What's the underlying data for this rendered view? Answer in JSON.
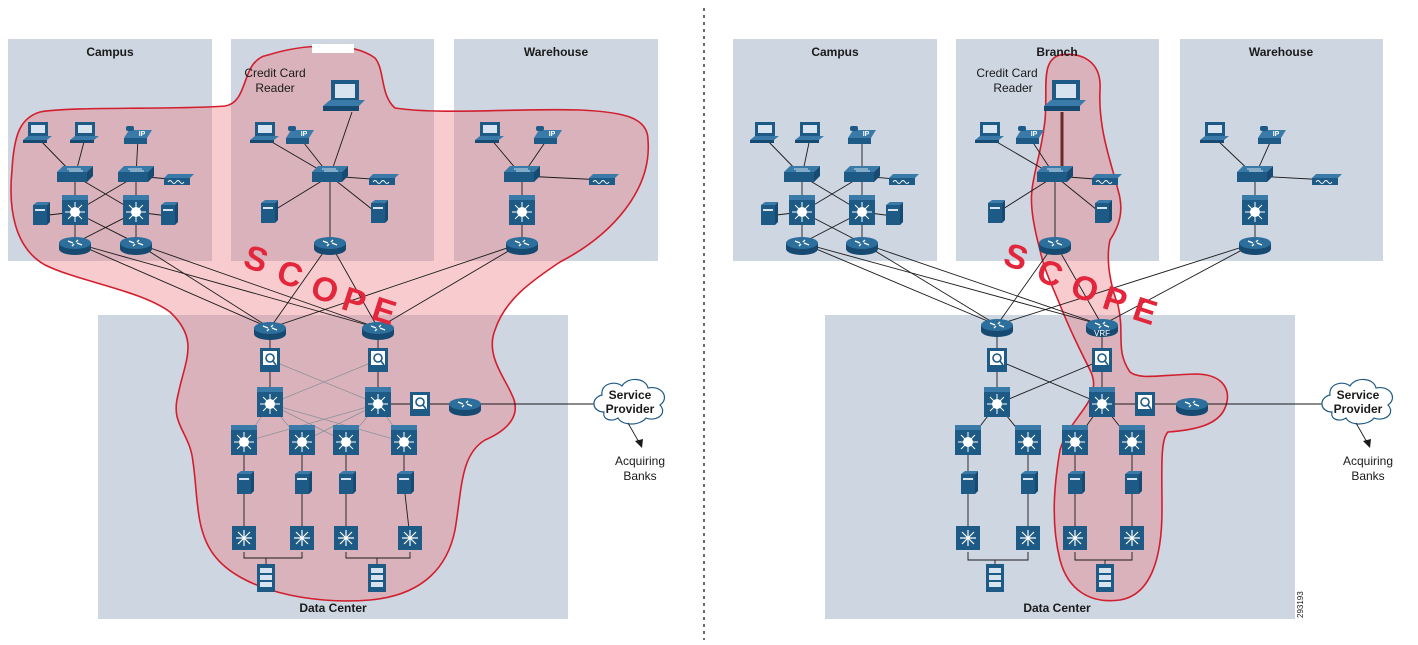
{
  "panels": [
    {
      "zones": {
        "campus": "Campus",
        "branch": "",
        "warehouse": "Warehouse",
        "data_center": "Data Center"
      },
      "credit_card_reader": [
        "Credit Card",
        "Reader"
      ],
      "scope": [
        "S",
        "C",
        "O",
        "P",
        "E"
      ],
      "service_provider": [
        "Service",
        "Provider"
      ],
      "acquiring_banks": [
        "Acquiring",
        "Banks"
      ],
      "ip_badge": "IP"
    },
    {
      "zones": {
        "campus": "Campus",
        "branch": "Branch",
        "warehouse": "Warehouse",
        "data_center": "Data Center"
      },
      "credit_card_reader": [
        "Credit Card",
        "Reader"
      ],
      "scope": [
        "S",
        "C",
        "O",
        "P",
        "E"
      ],
      "service_provider": [
        "Service",
        "Provider"
      ],
      "acquiring_banks": [
        "Acquiring",
        "Banks"
      ],
      "ip_badge": "IP",
      "vrf_badge": "VRF"
    }
  ],
  "figure_id": "293193",
  "colors": {
    "zone_background": "#cdd6e1",
    "device_blue": "#1e5a86",
    "scope_fill": "#ec7880",
    "scope_stroke": "#d21f2e",
    "scope_text": "#e3263b"
  },
  "icons": [
    "workstation-icon",
    "ip-phone-icon",
    "switch-icon",
    "multilayer-switch-icon",
    "router-icon",
    "wireless-access-point-icon",
    "server-icon",
    "firewall-icon",
    "nexus-switch-icon",
    "storage-icon",
    "cloud-icon"
  ]
}
